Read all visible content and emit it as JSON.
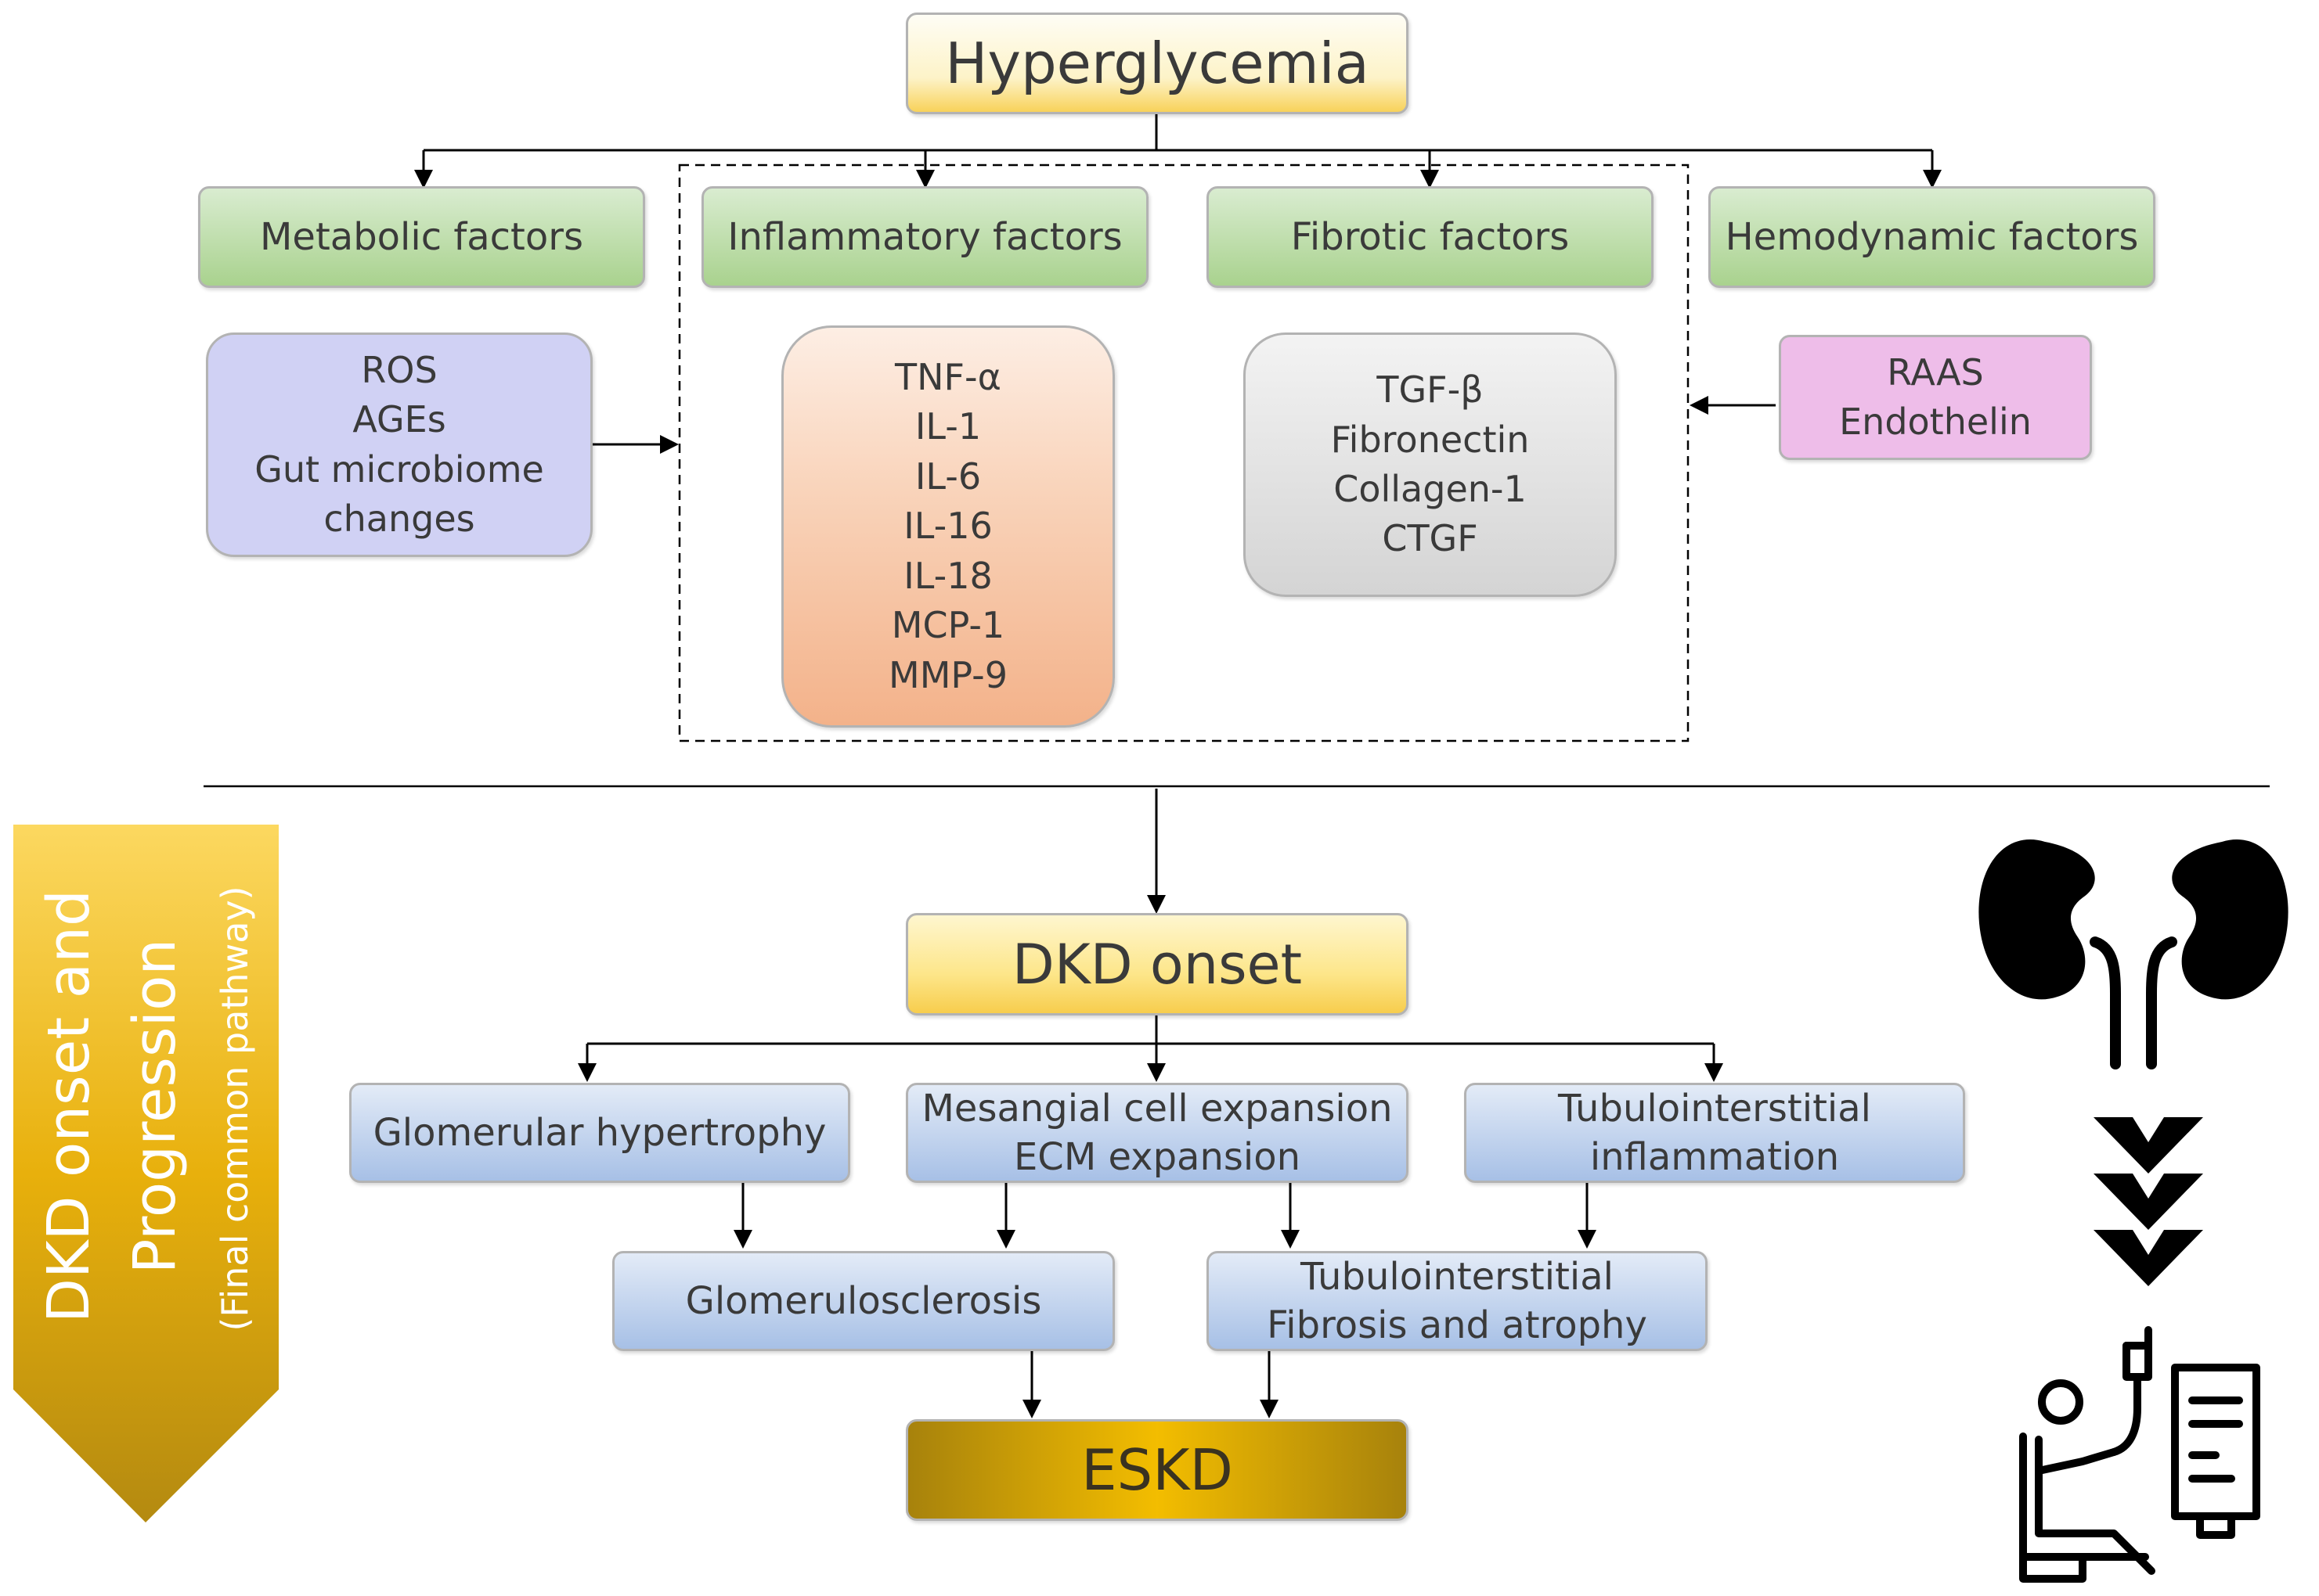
{
  "hyperglycemia": "Hyperglycemia",
  "factors": {
    "metabolic": "Metabolic factors",
    "inflammatory": "Inflammatory factors",
    "fibrotic": "Fibrotic factors",
    "hemodynamic": "Hemodynamic factors"
  },
  "metabolic_items": [
    "ROS",
    "AGEs",
    "Gut microbiome",
    "changes"
  ],
  "inflammatory_items": [
    "TNF-α",
    "IL-1",
    "IL-6",
    "IL-16",
    "IL-18",
    "MCP-1",
    "MMP-9"
  ],
  "fibrotic_items": [
    "TGF-β",
    "Fibronectin",
    "Collagen-1",
    "CTGF"
  ],
  "hemodynamic_items": [
    "RAAS",
    "Endothelin"
  ],
  "dkd_onset": "DKD onset",
  "lesions": {
    "glomerular_hypertrophy": "Glomerular hypertrophy",
    "mesangial": [
      "Mesangial cell expansion",
      "ECM expansion"
    ],
    "tubulointerstitial_inflammation": [
      "Tubulointerstitial",
      "inflammation"
    ],
    "glomerulosclerosis": "Glomerulosclerosis",
    "tubulointerstitial_fibrosis": [
      "Tubulointerstitial",
      "Fibrosis and atrophy"
    ]
  },
  "eskd": "ESKD",
  "side_banner": {
    "line1": "DKD onset and",
    "line2": "Progression",
    "line3": "(Final common pathway)"
  },
  "icons": [
    "kidneys-icon",
    "chevron-down-icon",
    "dialysis-patient-icon"
  ],
  "colors": {
    "hyperglycemia_fill": "#fdf3c4",
    "green_fill": "#b6d99e",
    "metabolic_fill": "#d0d1f4",
    "inflammatory_fill": "#f6c2a0",
    "fibrotic_fill": "#d9d9d9",
    "hemodynamic_fill": "#eebde9",
    "dkd_fill": "#fde68a",
    "blue_fill": "#b7cdee",
    "eskd_fill": "#c8980b",
    "banner_fill": "#e4aa10"
  }
}
